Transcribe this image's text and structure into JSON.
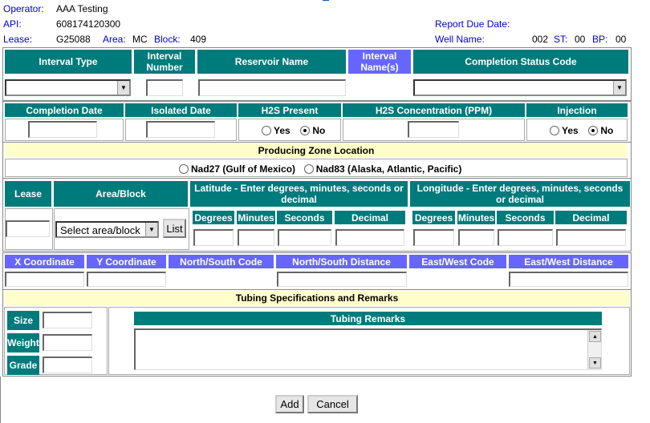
{
  "header": {
    "operator_label": "Operator:",
    "operator_value": "AAA Testing",
    "api_label": "API:",
    "api_value": "608174120300",
    "lease_label": "Lease:",
    "lease_value": "G25088",
    "area_label": "Area:",
    "area_value": "MC",
    "block_label": "Block:",
    "block_value": "409",
    "report_due_label": "Report Due Date:",
    "well_name_label": "Well Name:",
    "well_name_value": "002",
    "st_label": "ST:",
    "st_value": "00",
    "bp_label": "BP:",
    "bp_value": "00"
  },
  "interval": {
    "interval_type": "Interval Type",
    "interval_number": "Interval Number",
    "reservoir_name": "Reservoir Name",
    "interval_names": "Interval Name(s)",
    "completion_status": "Completion Status Code"
  },
  "completion": {
    "completion_date": "Completion Date",
    "isolated_date": "Isolated Date",
    "h2s_present": "H2S Present",
    "h2s_concentration": "H2S Concentration (PPM)",
    "injection": "Injection",
    "yes": "Yes",
    "no": "No"
  },
  "zone": {
    "title": "Producing Zone Location",
    "nad27": "Nad27 (Gulf of Mexico)",
    "nad83": "Nad83 (Alaska, Atlantic, Pacific)"
  },
  "location": {
    "lease": "Lease",
    "area_block": "Area/Block",
    "latitude": "Latitude - Enter degrees, minutes, seconds or decimal",
    "longitude": "Longitude - Enter degrees, minutes, seconds or decimal",
    "degrees": "Degrees",
    "minutes": "Minutes",
    "seconds": "Seconds",
    "decimal": "Decimal",
    "select_area": "Select area/block",
    "list_button": "List"
  },
  "coords": {
    "x": "X Coordinate",
    "y": "Y Coordinate",
    "ns_code": "North/South Code",
    "ns_distance": "North/South Distance",
    "ew_code": "East/West Code",
    "ew_distance": "East/West Distance"
  },
  "tubing": {
    "title": "Tubing Specifications and Remarks",
    "size": "Size",
    "weight": "Weight",
    "grade": "Grade",
    "remarks": "Tubing Remarks"
  },
  "buttons": {
    "add": "Add",
    "cancel": "Cancel"
  }
}
